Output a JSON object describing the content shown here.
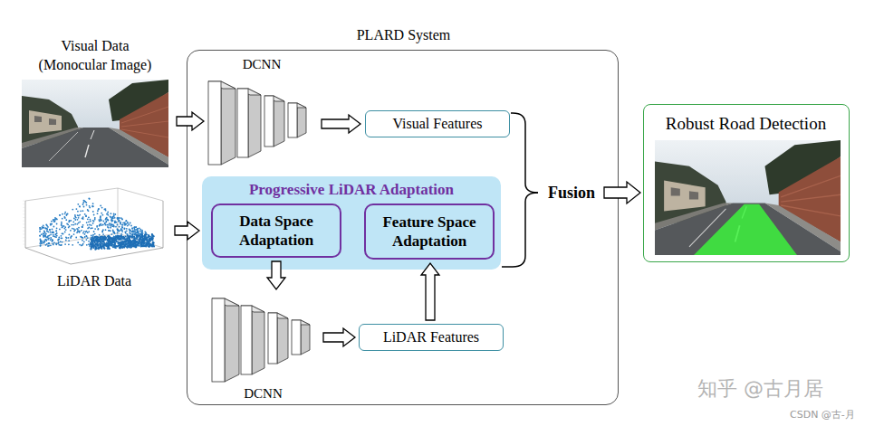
{
  "diagram": {
    "nodes": [
      {
        "text": [
          "Visual Data (Monocular Image)"
        ]
      },
      {
        "text": [
          "LiDAR Data"
        ]
      },
      {
        "text": [
          "PLARD System"
        ]
      },
      {
        "text": [
          "DCNN"
        ],
        "in": 2
      },
      {
        "text": [
          "Visual Features"
        ],
        "in": 2
      },
      {
        "text": [
          "Progressive LiDAR Adaptation"
        ],
        "in": 2
      },
      {
        "text": [
          "Data Space Adaptation"
        ],
        "in": 5
      },
      {
        "text": [
          "Feature Space Adaptation"
        ],
        "in": 5
      },
      {
        "text": [
          "DCNN"
        ],
        "in": 2
      },
      {
        "text": [
          "LiDAR Features"
        ],
        "in": 2
      },
      {
        "text": [
          "Fusion"
        ],
        "in": 2
      },
      {
        "text": [
          "Robust Road Detection"
        ]
      }
    ],
    "edges": [
      {
        "from": 0,
        "to": 3,
        "arrow": "to"
      },
      {
        "from": 3,
        "to": 4,
        "arrow": "to"
      },
      {
        "from": 1,
        "to": 5,
        "arrow": "to"
      },
      {
        "from": 6,
        "to": 8,
        "arrow": "to"
      },
      {
        "from": 9,
        "to": 7,
        "arrow": "to"
      },
      {
        "from": 8,
        "to": 9,
        "arrow": "to"
      },
      {
        "from": 4,
        "to": 10,
        "arrow": "none"
      },
      {
        "from": 5,
        "to": 10,
        "arrow": "none"
      },
      {
        "from": 10,
        "to": 11,
        "arrow": "to"
      }
    ],
    "labels": [
      "知乎 @古月居",
      "CSDN @古-月"
    ]
  }
}
